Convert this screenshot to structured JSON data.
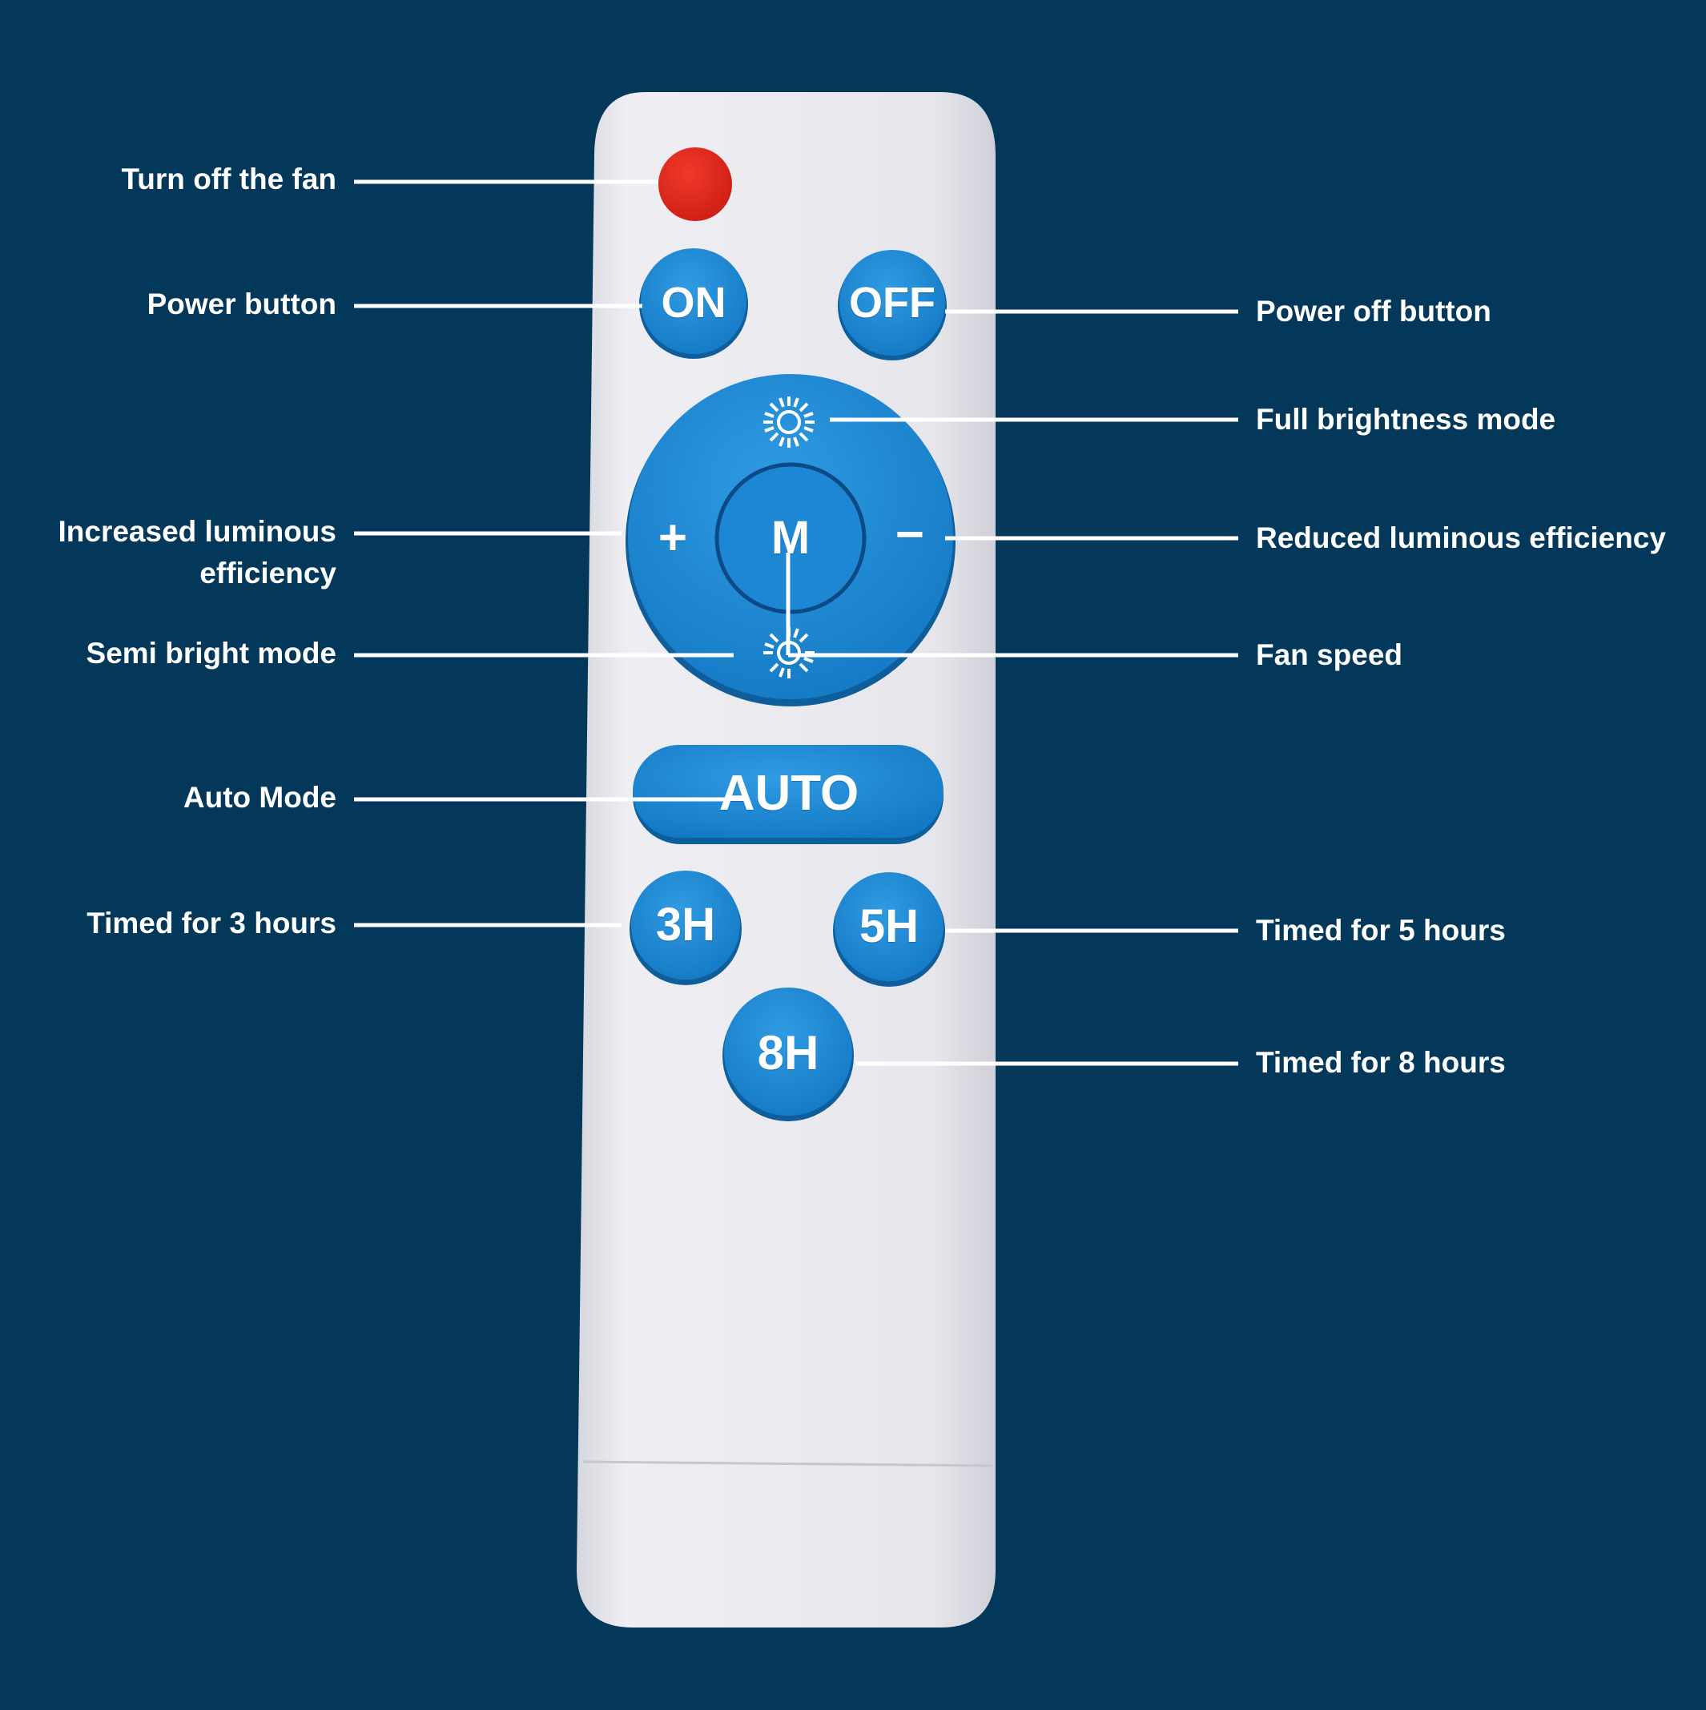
{
  "remote": {
    "buttons": {
      "on": "ON",
      "off": "OFF",
      "plus": "+",
      "mode": "M",
      "minus": "−",
      "auto": "AUTO",
      "timer_3h": "3H",
      "timer_5h": "5H",
      "timer_8h": "8H"
    },
    "colors": {
      "background": "#03385A",
      "remote_body": "#E4E4EA",
      "button_blue": "#1E8BD6",
      "red_button": "#E3261C"
    }
  },
  "labels": {
    "turn_off_fan": "Turn off the fan",
    "power_button": "Power button",
    "increased_luminous_1": "Increased luminous",
    "increased_luminous_2": "efficiency",
    "semi_bright": "Semi bright mode",
    "auto_mode": "Auto Mode",
    "timed_3": "Timed for 3 hours",
    "power_off": "Power off button",
    "full_brightness": "Full brightness mode",
    "reduced_luminous": "Reduced luminous efficiency",
    "fan_speed": "Fan speed",
    "timed_5": "Timed for 5 hours",
    "timed_8": "Timed for 8 hours"
  }
}
